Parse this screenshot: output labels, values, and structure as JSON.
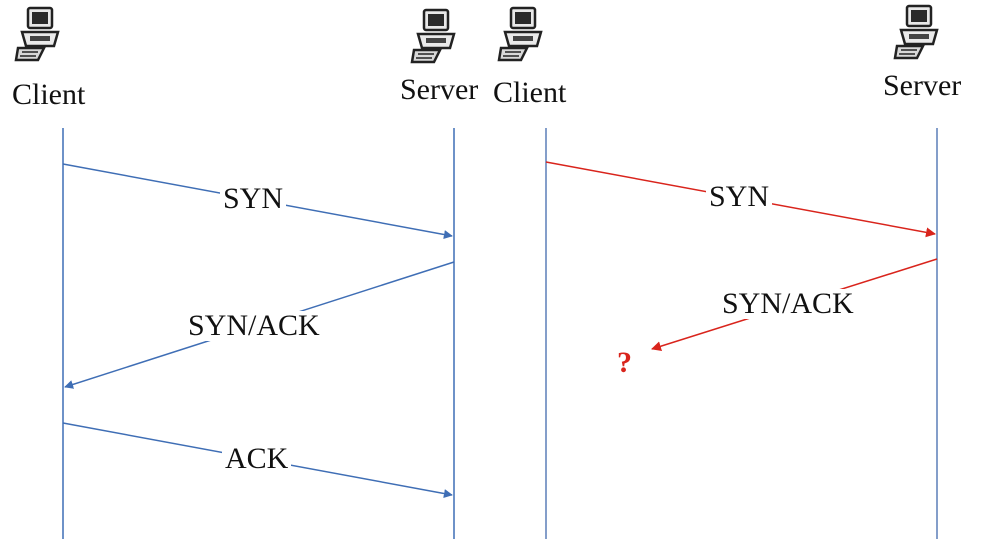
{
  "diagrams": [
    {
      "client": {
        "label": "Client",
        "icon": "computer-icon"
      },
      "server": {
        "label": "Server",
        "icon": "computer-icon"
      },
      "messages": [
        {
          "label": "SYN",
          "direction": "client-to-server"
        },
        {
          "label": "SYN/ACK",
          "direction": "server-to-client"
        },
        {
          "label": "ACK",
          "direction": "client-to-server"
        }
      ],
      "line_color": "#3f6eb5"
    },
    {
      "client": {
        "label": "Client",
        "icon": "computer-icon"
      },
      "server": {
        "label": "Server",
        "icon": "computer-icon"
      },
      "messages": [
        {
          "label": "SYN",
          "direction": "client-to-server"
        },
        {
          "label": "SYN/ACK",
          "direction": "server-to-client",
          "outcome": "?"
        }
      ],
      "line_color": "#5b7fb8",
      "message_color": "#d9241c"
    }
  ]
}
